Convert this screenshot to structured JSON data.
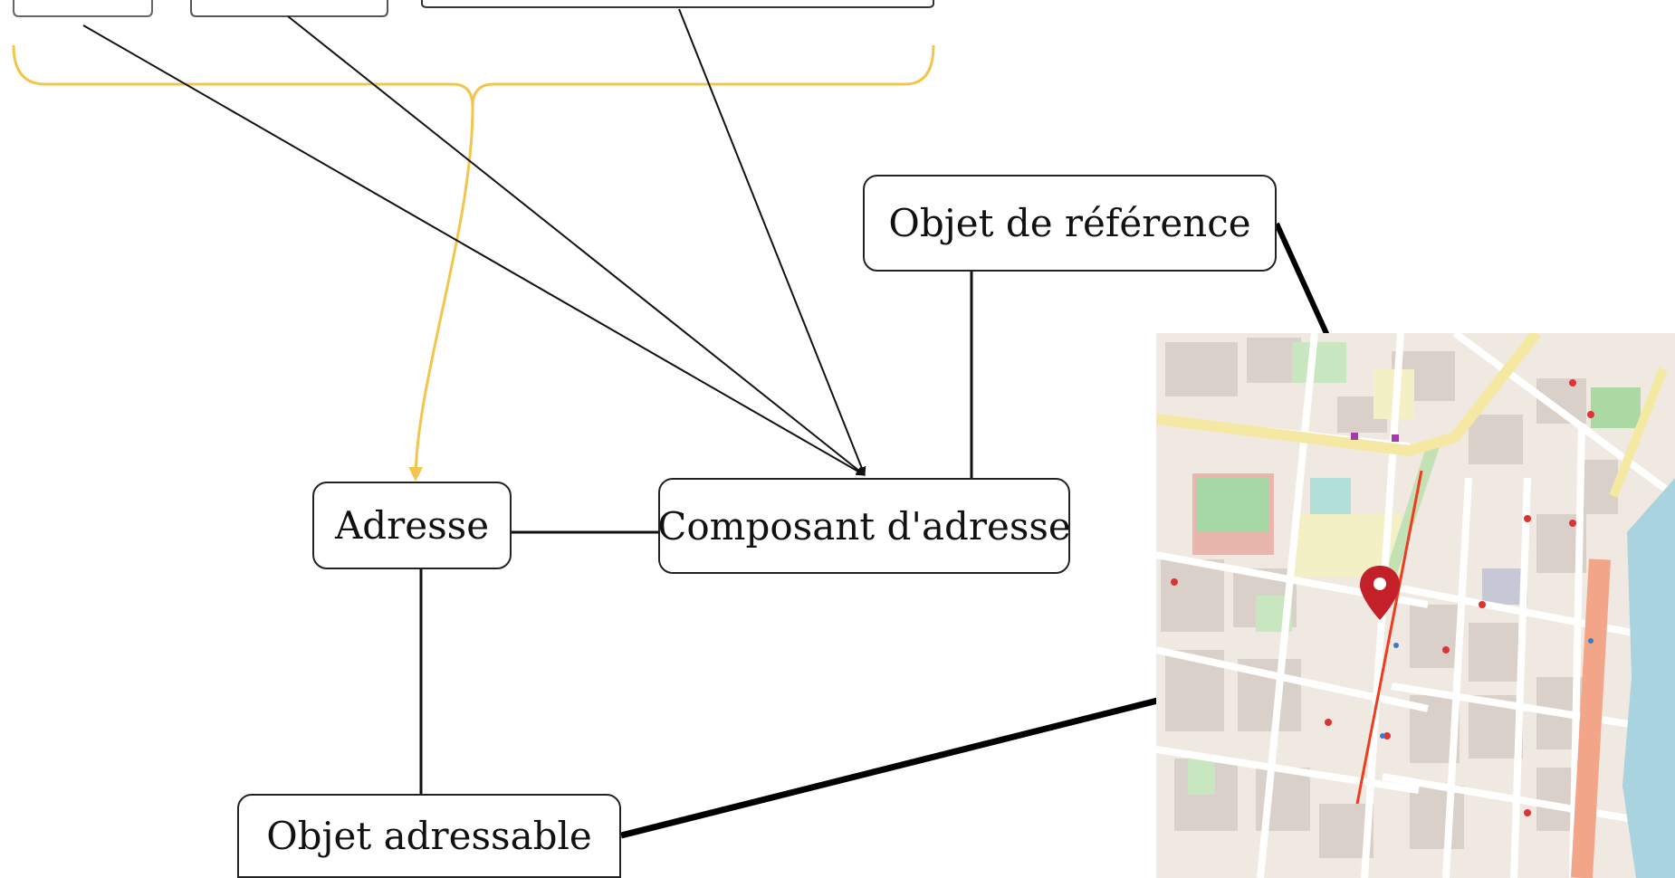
{
  "nodes": {
    "objet_reference": "Objet de référence",
    "adresse": "Adresse",
    "composant": "Composant d'adresse",
    "objet_adressable": "Objet adressable"
  },
  "colors": {
    "brace": "#f2c64d",
    "line": "#111111",
    "map_bg": "#efe9e1",
    "marker": "#c4202a",
    "water": "#a9d3df",
    "street_highlight": "#ef3b1e"
  },
  "map": {
    "marker_icon": "map-pin-icon"
  }
}
